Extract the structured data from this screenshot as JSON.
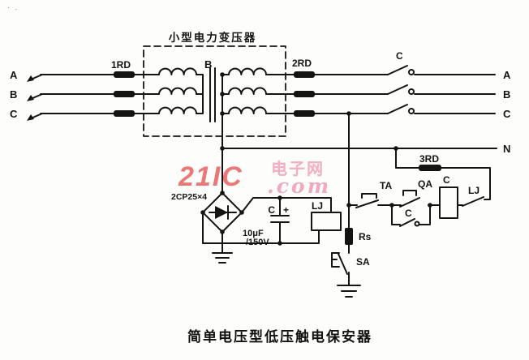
{
  "colors": {
    "line": "#141414",
    "watermark_red": "#e85b5b",
    "watermark_pink": "#f2a6ba",
    "background": "#fdfdfb"
  },
  "artifact": "· .",
  "watermark": {
    "brand": "21IC",
    "site_cn": "电子网",
    "domain": ".com"
  },
  "caption": "简单电压型低压触电保安器",
  "inputs": {
    "a": "A",
    "b": "B",
    "c": "C"
  },
  "outputs": {
    "a": "A",
    "b": "B",
    "c": "C",
    "n": "N"
  },
  "fuses": {
    "f1": "1RD",
    "f2": "2RD",
    "f3": "3RD"
  },
  "transformer": {
    "box_label": "小型电力变压器",
    "symbol": "B"
  },
  "rectifier": {
    "label": "2CP25×4"
  },
  "capacitor": {
    "symbol": "C",
    "polarity": "+",
    "value_line1": "10μF",
    "value_line2": "/150V"
  },
  "relay": {
    "coil": "LJ",
    "contact": "LJ"
  },
  "contactor": {
    "main_contact": "C",
    "coil": "C",
    "hold_contact": "C"
  },
  "buttons": {
    "stop": "TA",
    "start": "QA"
  },
  "test": {
    "resistor": "Rs",
    "switch": "SA"
  }
}
